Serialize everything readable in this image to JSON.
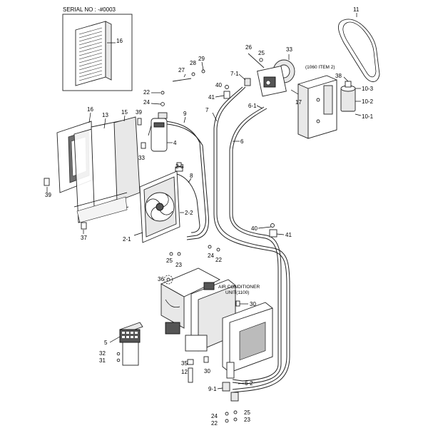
{
  "inset": {
    "serial_label": "SERIAL NO : -#0003"
  },
  "notes": {
    "bracket_ref": "(1060 ITEM 2)",
    "unit_line1": "AIR CONDITIONER",
    "unit_line2": "UNIT(1100)"
  },
  "labels": {
    "l16a": "16",
    "l11": "11",
    "l26": "26",
    "l25a": "25",
    "l33": "33",
    "l27": "27",
    "l28": "28",
    "l29": "29",
    "l7_1": "7-1",
    "l38": "38",
    "l10_3": "10-3",
    "l22a": "22",
    "l40a": "40",
    "l41a": "41",
    "l17": "17",
    "l10_2": "10-2",
    "l24a": "24",
    "l6_1": "6-1",
    "l7": "7",
    "l9": "9",
    "l10_1": "10-1",
    "l16b": "16",
    "l13": "13",
    "l15": "15",
    "l39a": "39",
    "l6": "6",
    "l4": "4",
    "l33b": "33",
    "l2_3": "2-3",
    "l8": "8",
    "l39b": "39",
    "l2_2": "2-2",
    "l37": "37",
    "l2_1": "2-1",
    "l40b": "40",
    "l41b": "41",
    "l25b": "25",
    "l23a": "23",
    "l24b": "24",
    "l22b": "22",
    "l36": "36",
    "l30a": "30",
    "l5": "5",
    "l32": "32",
    "l31": "31",
    "l35": "35",
    "l12": "12",
    "l30b": "30",
    "l9_1": "9-1",
    "l6_2": "6-2",
    "l24c": "24",
    "l22c": "22",
    "l25c": "25",
    "l23b": "23"
  }
}
